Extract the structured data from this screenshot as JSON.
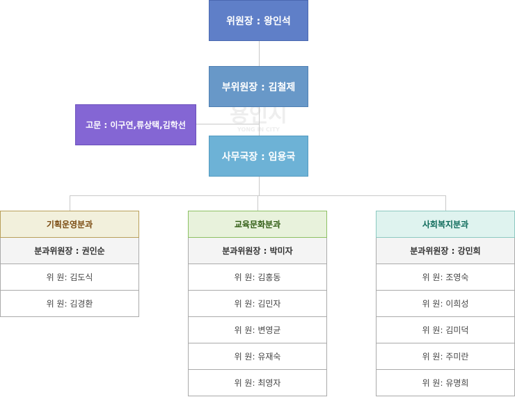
{
  "watermark": {
    "main": "용인시",
    "sub": "YONG IN CITY"
  },
  "chair": "위원장 :  왕인석",
  "vice_chair": "부위원장 : 김철제",
  "advisor": "고문 : 이구연,류상택,김학선",
  "secretary": "사무국장 : 임용국",
  "departments": [
    {
      "name": "기획운영분과",
      "chief": "분과위원장 : 권인순",
      "members": [
        "위 원: 김도식",
        "위 원: 김경환"
      ]
    },
    {
      "name": "교육문화분과",
      "chief": "분과위원장 : 박미자",
      "members": [
        "위 원: 김홍동",
        "위 원: 김민자",
        "위 원: 변영균",
        "위 원: 유재숙",
        "위 원: 최영자"
      ]
    },
    {
      "name": "사회복지분과",
      "chief": "분과위원장 : 강민희",
      "members": [
        "위 원: 조영숙",
        "위 원: 이희성",
        "위 원: 김미덕",
        "위 원: 주미란",
        "위 원: 유명희"
      ]
    }
  ]
}
